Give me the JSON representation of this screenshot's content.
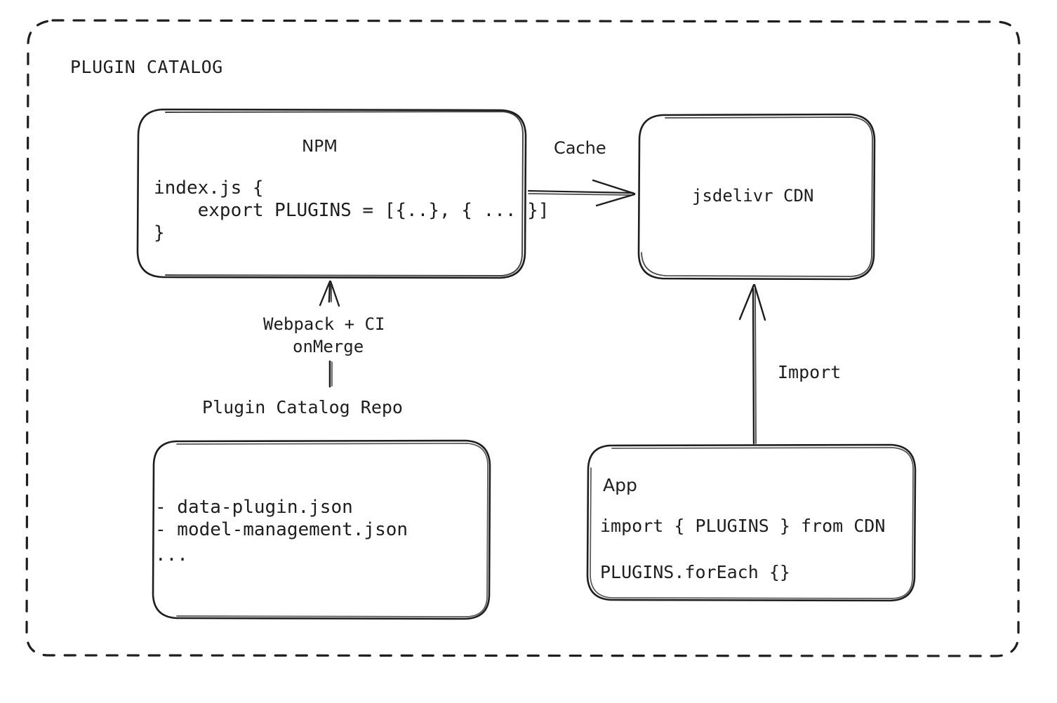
{
  "diagram": {
    "type": "architecture-flow",
    "title": "PLUGIN CATALOG",
    "background": "#ffffff",
    "stroke_color": "#1e1e1e",
    "style": "hand-drawn",
    "container": {
      "label": "PLUGIN CATALOG",
      "border": "dashed"
    },
    "nodes": [
      {
        "id": "npm",
        "title": "NPM",
        "lines": [
          "index.js {",
          "    export PLUGINS = [{..}, { ... }]",
          "}"
        ]
      },
      {
        "id": "cdn",
        "title": "jsdelivr CDN",
        "lines": []
      },
      {
        "id": "repo",
        "caption": "Plugin Catalog Repo",
        "lines": [
          "- data-plugin.json",
          "- model-management.json",
          "..."
        ]
      },
      {
        "id": "app",
        "title": "App",
        "lines": [
          "import { PLUGINS } from CDN",
          "PLUGINS.forEach {}"
        ]
      }
    ],
    "edges": [
      {
        "id": "npm-to-cdn",
        "from": "npm",
        "to": "cdn",
        "label": "Cache",
        "direction": "right"
      },
      {
        "id": "repo-to-npm",
        "from": "repo",
        "to": "npm",
        "label_line_1": "Webpack + CI",
        "label_line_2": "onMerge",
        "direction": "up"
      },
      {
        "id": "app-to-cdn",
        "from": "app",
        "to": "cdn",
        "label": "Import",
        "direction": "up"
      }
    ]
  }
}
